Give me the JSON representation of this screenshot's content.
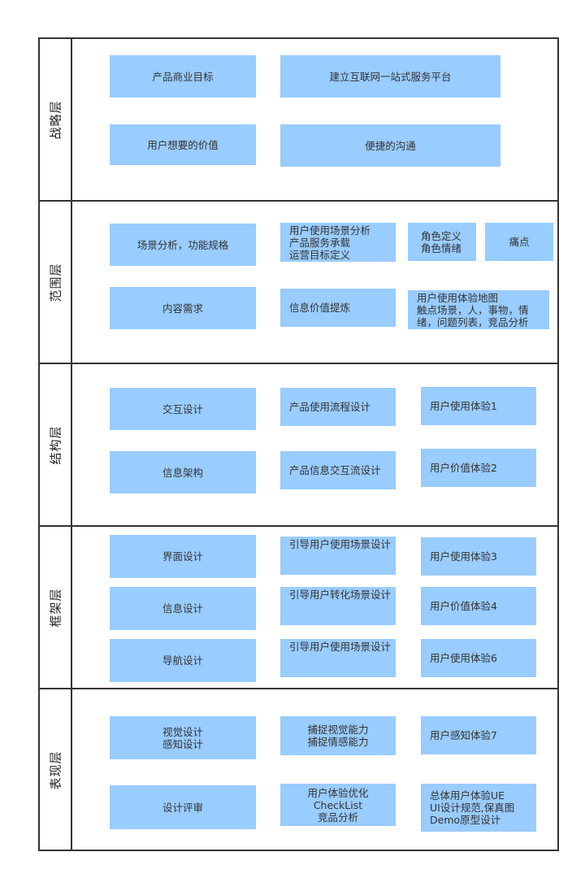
{
  "colors": {
    "box_fill": "#99ccff",
    "border": "#333333",
    "text": "#333333"
  },
  "layers": [
    {
      "label": "战略层",
      "boxes": [
        "产品商业目标",
        "建立互联网一站式服务平台",
        "用户想要的价值",
        "便捷的沟通"
      ]
    },
    {
      "label": "范围层",
      "boxes": [
        "场景分析，功能规格",
        "用户使用场景分析\n产品服务承载\n运营目标定义",
        "角色定义\n角色情绪",
        "痛点",
        "内容需求",
        "信息价值提炼",
        "用户使用体验地图\n触点场景，人，事物，情绪，问题列表，竞品分析"
      ]
    },
    {
      "label": "结构层",
      "boxes": [
        "交互设计",
        "产品使用流程设计",
        "用户使用体验1",
        "信息架构",
        "产品信息交互流设计",
        "用户价值体验2"
      ]
    },
    {
      "label": "框架层",
      "boxes": [
        "界面设计",
        "引导用户使用场景设计",
        "用户使用体验3",
        "信息设计",
        "引导用户转化场景设计",
        "用户价值体验4",
        "导航设计",
        "引导用户使用场景设计",
        "用户使用体验6"
      ]
    },
    {
      "label": "表现层",
      "boxes": [
        "视觉设计\n感知设计",
        "捕捉视觉能力\n捕捉情感能力",
        "用户感知体验7",
        "设计评审",
        "用户体验优化\nCheckList\n竞品分析",
        "总体用户体验UE\nUI设计规范,保真图\nDemo原型设计"
      ]
    }
  ]
}
